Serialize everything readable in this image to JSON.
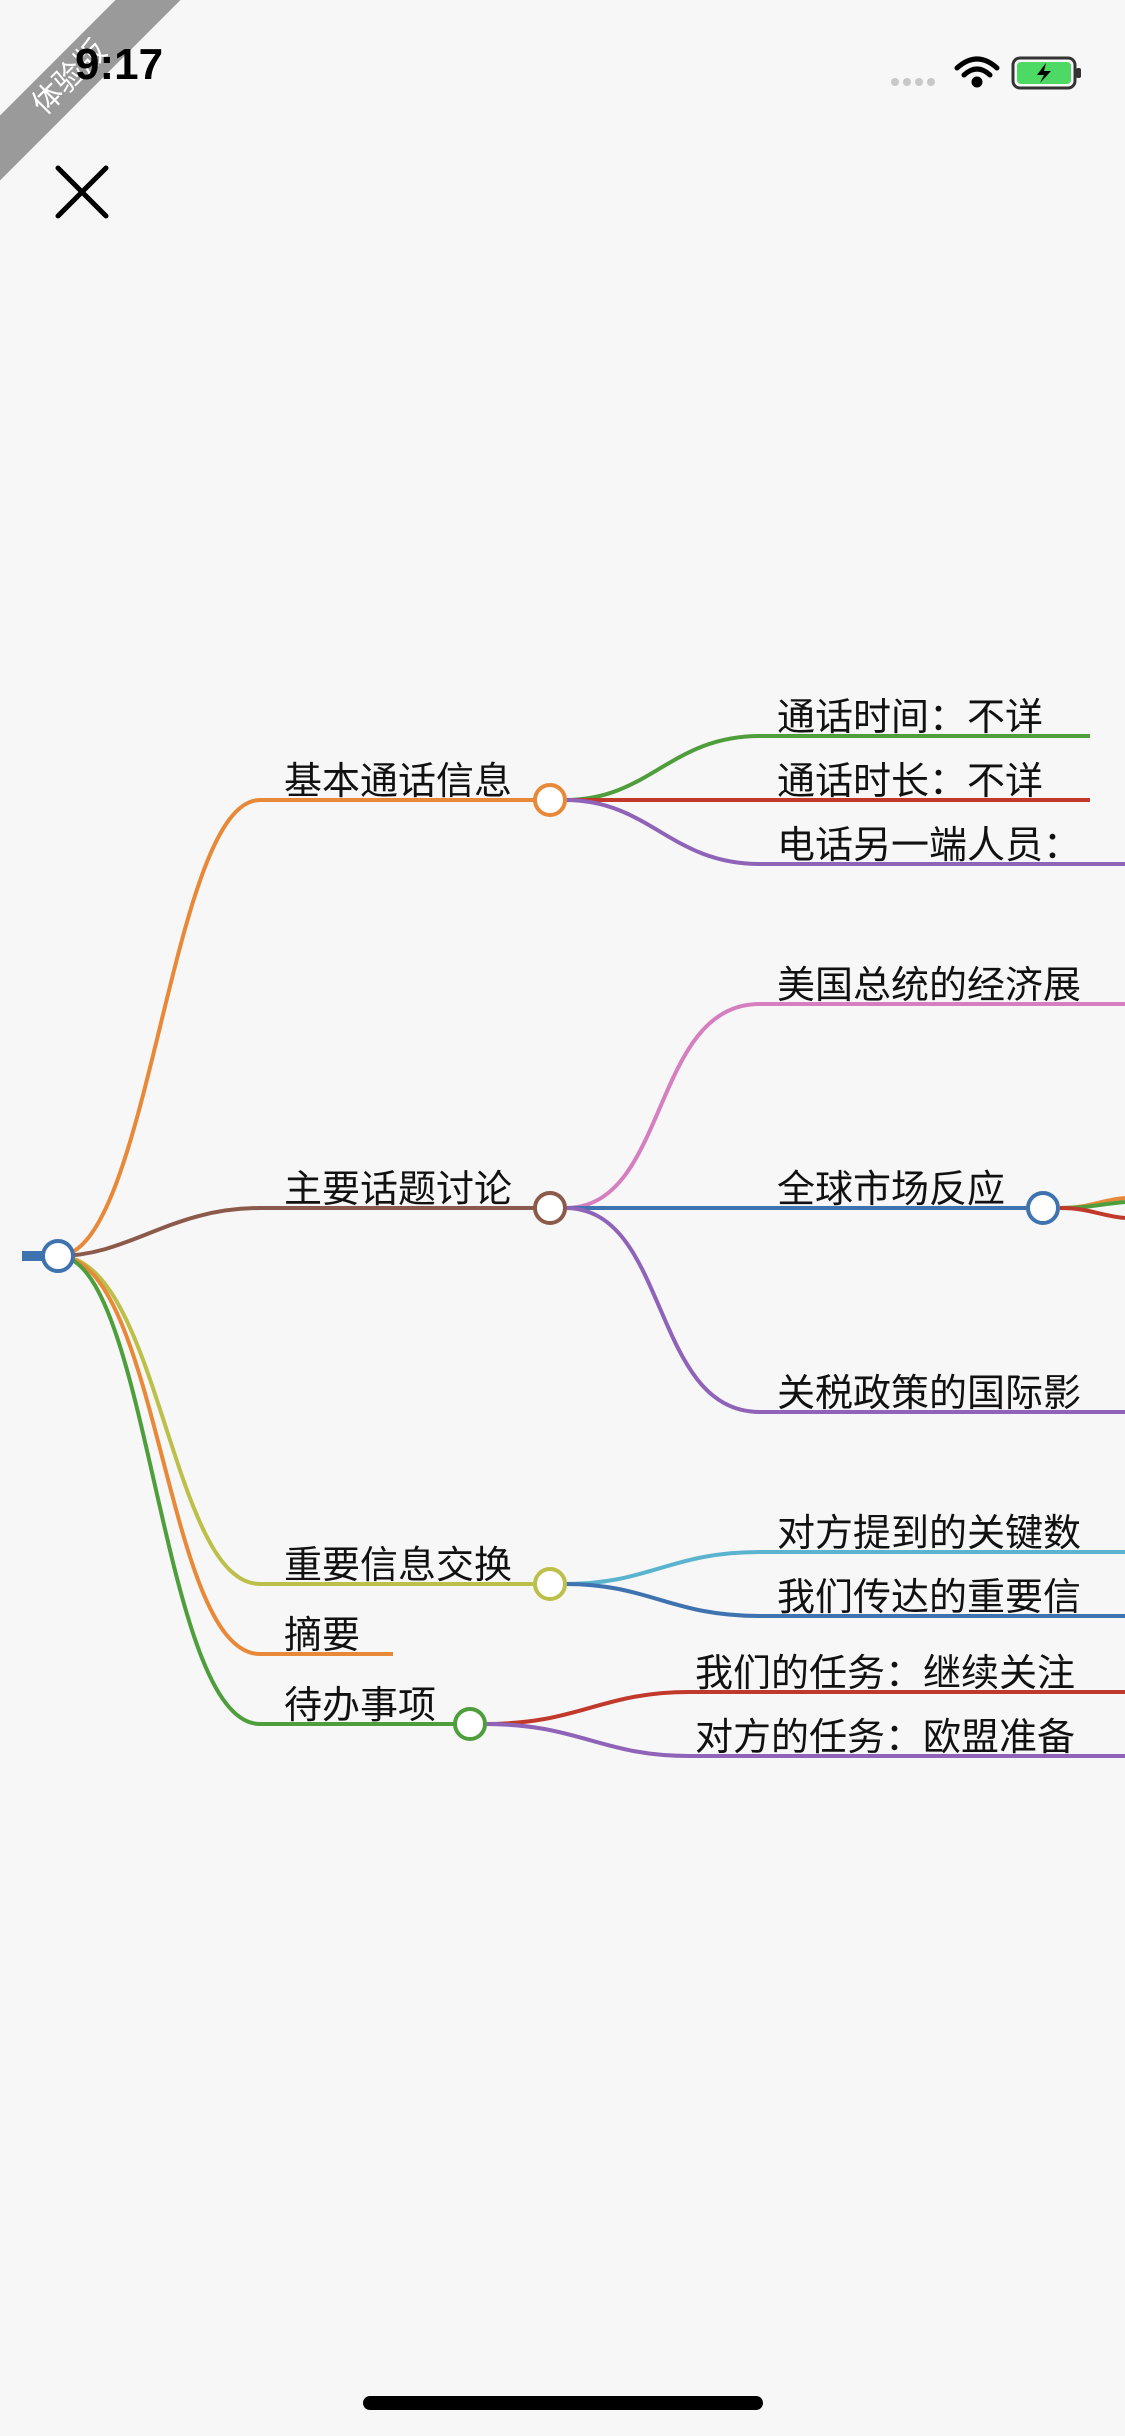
{
  "status_bar": {
    "time": "9:17",
    "ribbon": "体验版"
  },
  "mindmap": {
    "branches": [
      {
        "label": "基本通话信息",
        "children": [
          "通话时间：不详",
          "通话时长：不详",
          "电话另一端人员："
        ]
      },
      {
        "label": "主要话题讨论",
        "children": [
          "美国总统的经济展",
          "全球市场反应",
          "关税政策的国际影"
        ]
      },
      {
        "label": "重要信息交换",
        "children": [
          "对方提到的关键数",
          "我们传达的重要信"
        ]
      },
      {
        "label": "摘要",
        "children": []
      },
      {
        "label": "待办事项",
        "children": [
          "我们的任务：继续关注",
          "对方的任务：欧盟准备"
        ]
      }
    ]
  },
  "colors": {
    "background": "#f7f7f7",
    "orange": "#e8893a",
    "brown": "#8b5a4a",
    "yellow_green": "#bcc04a",
    "green": "#4f9e3c",
    "red": "#c0392b",
    "purple": "#8e63b8",
    "pink": "#d67fc0",
    "blue": "#3e73b0",
    "teal": "#5ab4cf"
  }
}
